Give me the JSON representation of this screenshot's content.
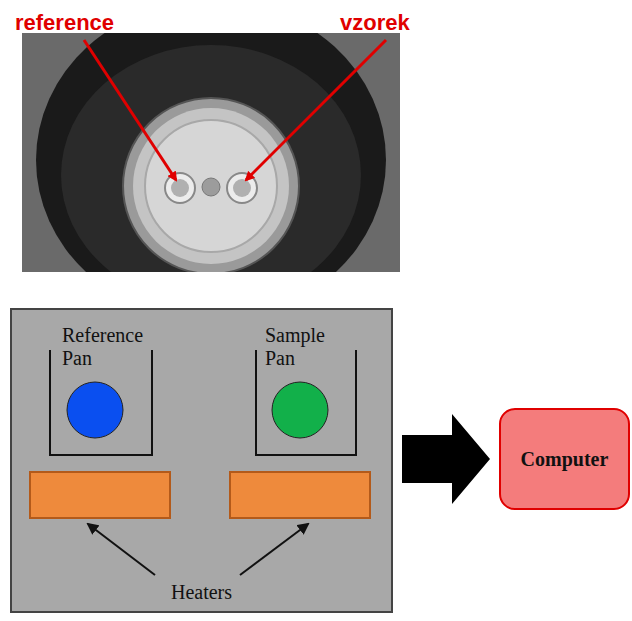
{
  "diagram": {
    "nodes": [
      {
        "text": [
          "Heaters"
        ]
      },
      {
        "text": [
          "Reference Pan"
        ],
        "in": 0
      },
      {
        "text": [
          "Sample Pan"
        ],
        "in": 0
      },
      {
        "text": [
          "Computer"
        ]
      }
    ],
    "edges": [
      {
        "from": 0,
        "to": 3,
        "arrow": "to"
      }
    ],
    "labels": [
      "reference",
      "vzorek"
    ]
  }
}
